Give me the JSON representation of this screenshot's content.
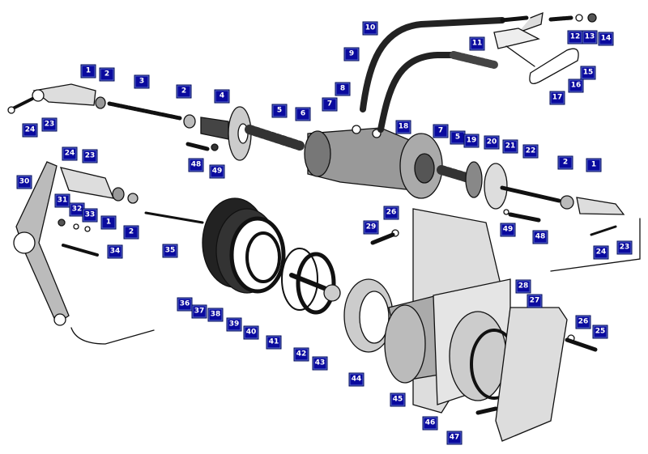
{
  "diagram": {
    "type": "exploded parts diagram",
    "callouts": [
      "1",
      "2",
      "3",
      "2",
      "4",
      "5",
      "6",
      "7",
      "8",
      "9",
      "10",
      "11",
      "12",
      "13",
      "14",
      "15",
      "16",
      "17",
      "18",
      "7",
      "5",
      "19",
      "20",
      "21",
      "22",
      "2",
      "1",
      "24",
      "23",
      "24",
      "23",
      "30",
      "31",
      "32",
      "33",
      "1",
      "2",
      "34",
      "35",
      "29",
      "26",
      "49",
      "48",
      "48",
      "49",
      "24",
      "23",
      "36",
      "37",
      "38",
      "39",
      "40",
      "41",
      "42",
      "43",
      "44",
      "45",
      "28",
      "27",
      "26",
      "25",
      "46",
      "47"
    ],
    "colors": {
      "callout_bg": "#0a0a9e",
      "callout_text": "#ffffff",
      "ink": "#111111"
    }
  }
}
